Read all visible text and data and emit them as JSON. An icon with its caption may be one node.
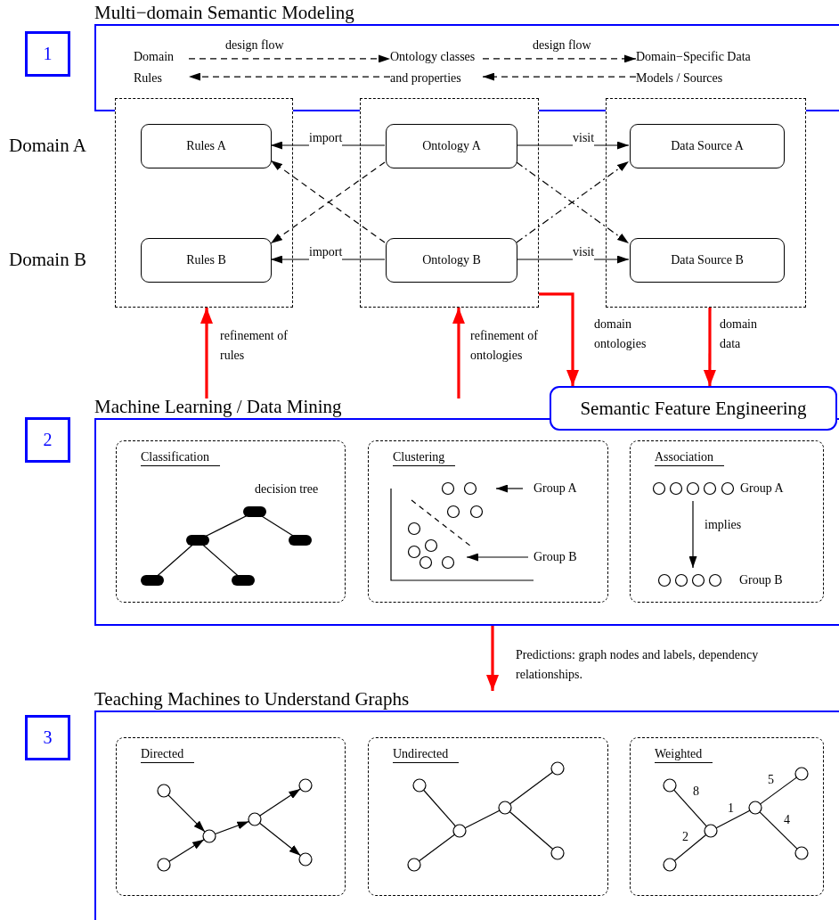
{
  "diagram": {
    "nodes": [
      {
        "text": [
          "Multi−domain Semantic Modeling"
        ]
      },
      {
        "text": [
          "1"
        ]
      },
      {
        "text": [
          "Domain Rules"
        ],
        "in": 0
      },
      {
        "text": [
          "Ontology classes and properties"
        ],
        "in": 0
      },
      {
        "text": [
          "Domain−Specific Data Models / Sources"
        ],
        "in": 0
      },
      {
        "text": [],
        "shape": "box"
      },
      {
        "text": [],
        "shape": "box"
      },
      {
        "text": [],
        "shape": "box"
      },
      {
        "text": [
          "Rules A"
        ],
        "in": 5
      },
      {
        "text": [
          "Rules B"
        ],
        "in": 5
      },
      {
        "text": [
          "Ontology A"
        ],
        "in": 6
      },
      {
        "text": [
          "Ontology B"
        ],
        "in": 6
      },
      {
        "text": [
          "Data Source A"
        ],
        "in": 7
      },
      {
        "text": [
          "Data Source B"
        ],
        "in": 7
      },
      {
        "text": [
          "Machine Learning / Data Mining"
        ]
      },
      {
        "text": [
          "2"
        ]
      },
      {
        "text": [
          "Semantic Feature Engineering"
        ]
      },
      {
        "text": [
          "Classification",
          "decision tree"
        ],
        "in": 14
      },
      {
        "text": [
          "Clustering",
          "Group A",
          "Group B"
        ],
        "in": 14
      },
      {
        "text": [
          "Association",
          "Group A",
          "implies",
          "Group B"
        ],
        "in": 14
      },
      {
        "text": [
          "Teaching Machines to Understand Graphs"
        ]
      },
      {
        "text": [
          "3"
        ]
      },
      {
        "text": [
          "Directed"
        ],
        "in": 20
      },
      {
        "text": [
          "Undirected"
        ],
        "in": 20
      },
      {
        "text": [
          "Weighted",
          "5",
          "8",
          "1",
          "4",
          "2"
        ],
        "in": 20
      }
    ],
    "edges": [
      {
        "from": 2,
        "to": 3,
        "arrow": "to",
        "label": "design flow",
        "style": "dashed"
      },
      {
        "from": 3,
        "to": 2,
        "arrow": "to",
        "style": "dashed"
      },
      {
        "from": 3,
        "to": 4,
        "arrow": "to",
        "label": "design flow",
        "style": "dashed"
      },
      {
        "from": 4,
        "to": 3,
        "arrow": "to",
        "style": "dashed"
      },
      {
        "from": 10,
        "to": 8,
        "arrow": "to",
        "label": "import"
      },
      {
        "from": 11,
        "to": 9,
        "arrow": "to",
        "label": "import"
      },
      {
        "from": 10,
        "to": 12,
        "arrow": "to",
        "label": "visit"
      },
      {
        "from": 11,
        "to": 13,
        "arrow": "to",
        "label": "visit"
      },
      {
        "from": 11,
        "to": 8,
        "arrow": "to",
        "style": "dashed"
      },
      {
        "from": 10,
        "to": 9,
        "arrow": "to",
        "style": "dashed"
      },
      {
        "from": 11,
        "to": 12,
        "arrow": "to",
        "style": "dashed"
      },
      {
        "from": 10,
        "to": 13,
        "arrow": "to",
        "style": "dashed"
      },
      {
        "from": 14,
        "to": 5,
        "arrow": "to",
        "label": "refinement of rules",
        "style": "thick",
        "color": "#ff0000"
      },
      {
        "from": 14,
        "to": 6,
        "arrow": "to",
        "label": "refinement of ontologies",
        "style": "thick",
        "color": "#ff0000"
      },
      {
        "from": 6,
        "to": 16,
        "arrow": "to",
        "label": "domain ontologies",
        "style": "thick",
        "color": "#ff0000"
      },
      {
        "from": 7,
        "to": 16,
        "arrow": "to",
        "label": "domain data",
        "style": "thick",
        "color": "#ff0000"
      },
      {
        "from": 14,
        "to": 20,
        "arrow": "to",
        "label": "Predictions: graph nodes and labels, dependency relationships.",
        "style": "thick",
        "color": "#ff0000"
      }
    ],
    "labels": [
      "Domain A",
      "Domain B"
    ]
  }
}
